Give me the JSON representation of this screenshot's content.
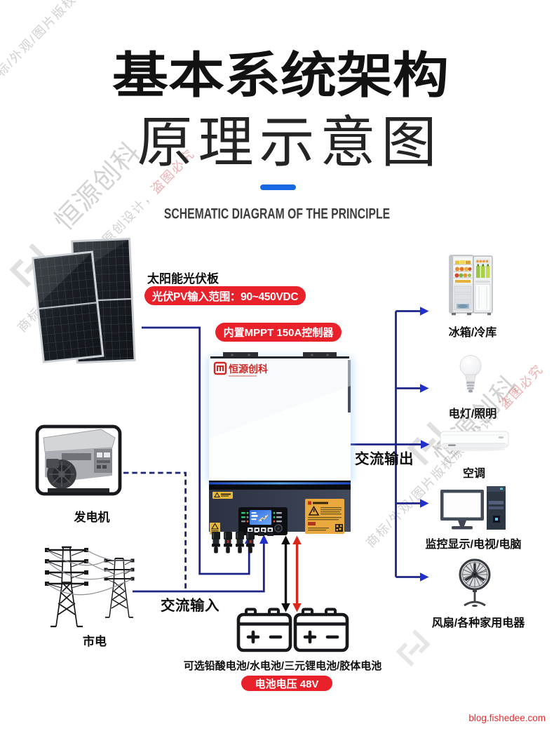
{
  "header": {
    "title": "基本系统架构",
    "subtitle": "原理示意图",
    "subtitle_en": "SCHEMATIC DIAGRAM OF THE PRINCIPLE",
    "divider_color": "#1668e3"
  },
  "colors": {
    "badge_red": "#e8212b",
    "line_navy": "#1c2488",
    "arrow_blue": "#2130cd",
    "battery_arrow_black": "#0c0c0c",
    "battery_arrow_red": "#d8281b",
    "label_black": "#0d0d0d",
    "credit_red": "#e02e2e"
  },
  "solar": {
    "label": "太阳能光伏板",
    "badge": "光伏PV输入范围：90~450VDC"
  },
  "inverter": {
    "badge": "内置MPPT 150A控制器",
    "brand": "恒源创科",
    "ac_output_label": "交流输出",
    "ac_input_label": "交流输入",
    "caution_label": "CAUTION"
  },
  "generator": {
    "label": "发电机"
  },
  "grid": {
    "label": "市电"
  },
  "battery": {
    "label": "可选铅酸电池/水电池/三元锂电池/胶体电池",
    "badge": "电池电压 48V"
  },
  "appliances": [
    {
      "name": "fridge",
      "label": "冰箱/冷库"
    },
    {
      "name": "light",
      "label": "电灯/照明"
    },
    {
      "name": "air-conditioner",
      "label": "空调"
    },
    {
      "name": "monitor-tv-computer",
      "label": "监控显示/电视/电脑"
    },
    {
      "name": "fan",
      "label": "风扇/各种家用电器"
    }
  ],
  "watermark": {
    "brand": "恒源创科",
    "notice_gray": "商标/外观/图片版权原创设计，",
    "notice_red": "盗图必究"
  },
  "credit": {
    "text": "blog.fishedee.com"
  }
}
